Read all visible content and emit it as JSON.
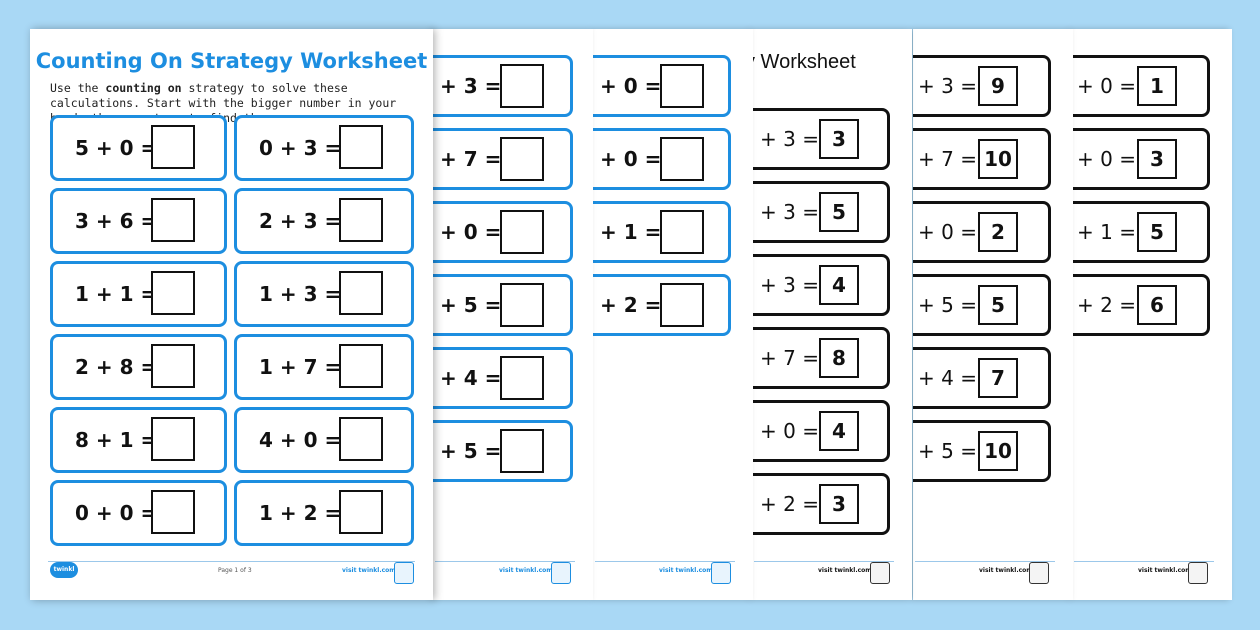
{
  "sheet1": {
    "title": "Counting On Strategy Worksheet",
    "instructions": {
      "part1": "Use the ",
      "bold1": "counting on",
      "part2": " strategy to solve these calculations. Start with the bigger number in your head, then count on to find the answer."
    },
    "col1": [
      "5 + 0 =",
      "3 + 6 =",
      "1 + 1 =",
      "2 + 8 =",
      "8 + 1 =",
      "0 + 0 ="
    ],
    "col2": [
      "0 + 3 =",
      "2 + 3 =",
      "1 + 3 =",
      "1 + 7 =",
      "4 + 0 =",
      "1 + 2 ="
    ],
    "footer_page": "Page 1 of 3",
    "footer_url": "visit twinkl.com.au",
    "logo": "twinkl"
  },
  "sheet2": {
    "items": [
      "+ 3 =",
      "+ 7 =",
      "+ 0 =",
      "+ 5 =",
      "+ 4 =",
      "+ 5 ="
    ],
    "footer_url": "visit twinkl.com.au"
  },
  "sheet3": {
    "items": [
      "+ 0 =",
      "+ 0 =",
      "+ 1 =",
      "+ 2 ="
    ],
    "footer_url": "visit twinkl.com.au"
  },
  "sheet4": {
    "title_fragment": "y Worksheet",
    "items": [
      "+ 3 =",
      "+ 3 =",
      "+ 3 =",
      "+ 7 =",
      "+ 0 =",
      "+ 2 ="
    ],
    "answers": [
      "3",
      "5",
      "4",
      "8",
      "4",
      "3"
    ],
    "footer_url": "visit twinkl.com.au"
  },
  "sheet5": {
    "items": [
      "+ 3 =",
      "+ 7 =",
      "+ 0 =",
      "+ 5 =",
      "+ 4 =",
      "+ 5 ="
    ],
    "answers": [
      "9",
      "10",
      "2",
      "5",
      "7",
      "10"
    ],
    "footer_url": "visit twinkl.com.au"
  },
  "sheet6": {
    "items": [
      "+ 0 =",
      "+ 0 =",
      "+ 1 =",
      "+ 2 ="
    ],
    "answers": [
      "1",
      "3",
      "5",
      "6"
    ],
    "footer_url": "visit twinkl.com.au"
  },
  "colors": {
    "background": "#a9d8f5",
    "accent_blue": "#1d8ee0",
    "outline_black": "#111111"
  }
}
